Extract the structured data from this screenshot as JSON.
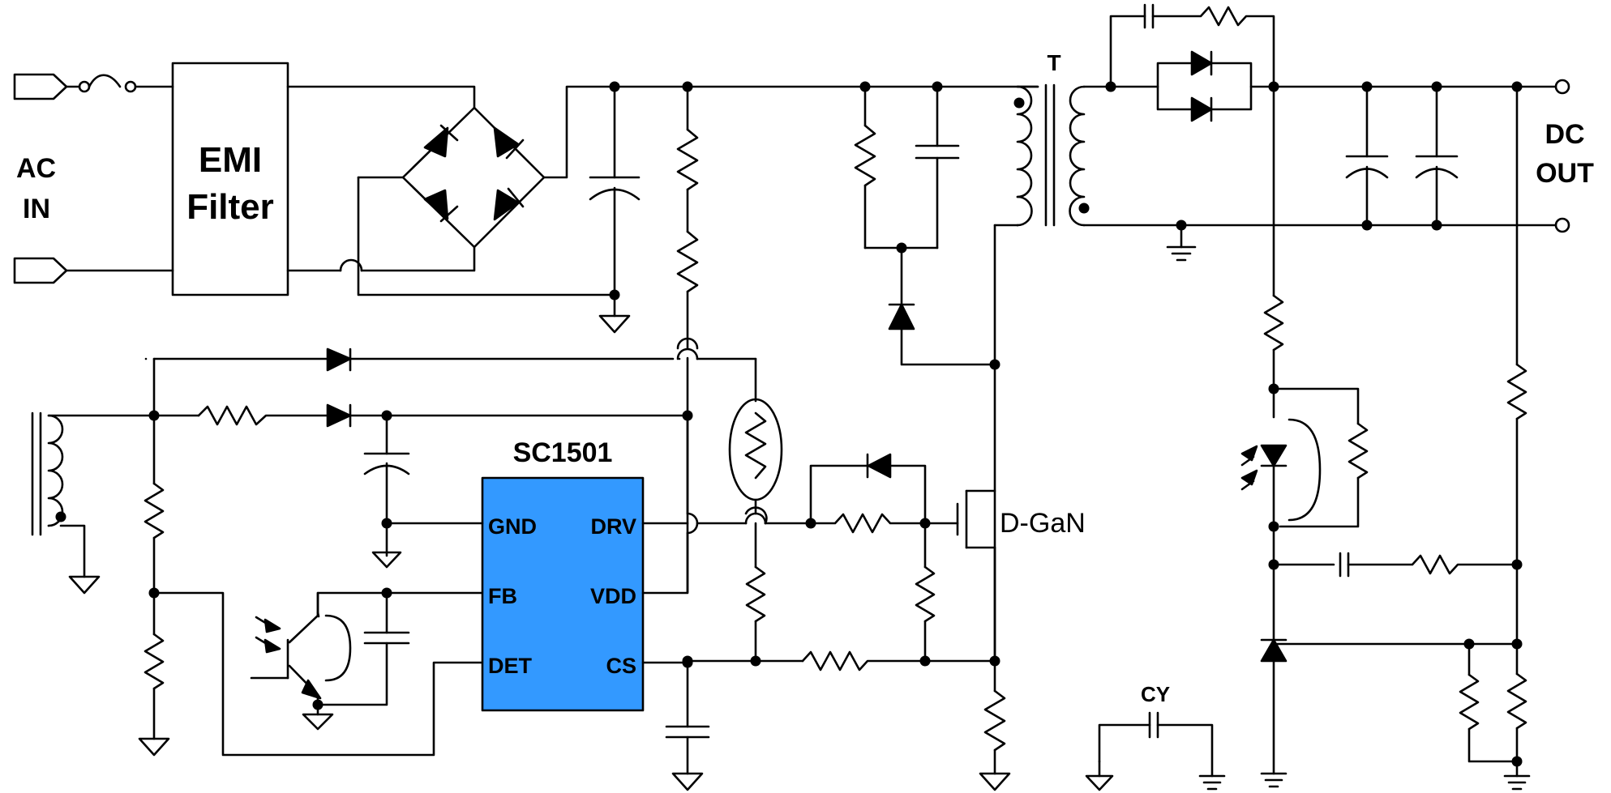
{
  "labels": {
    "ac_in_1": "AC",
    "ac_in_2": "IN",
    "emi_1": "EMI",
    "emi_2": "Filter",
    "transformer": "T",
    "dc_out_1": "DC",
    "dc_out_2": "OUT",
    "ic_name": "SC1501",
    "pin_gnd": "GND",
    "pin_fb": "FB",
    "pin_det": "DET",
    "pin_drv": "DRV",
    "pin_vdd": "VDD",
    "pin_cs": "CS",
    "fet": "D-GaN",
    "cy": "CY"
  },
  "colors": {
    "ic_fill": "#3399ff",
    "wire": "#000000"
  }
}
